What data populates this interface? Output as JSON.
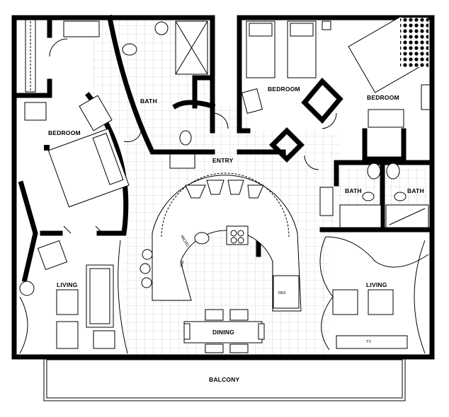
{
  "rooms": {
    "bedroom_left": "BEDROOM",
    "bath_top": "BATH",
    "entry": "ENTRY",
    "bedroom_mid": "BEDROOM",
    "bedroom_right": "BEDROOM",
    "bath_mid": "BATH",
    "bath_right": "BATH",
    "living_left": "LIVING",
    "living_right": "LIVING",
    "dining": "DINING",
    "balcony": "BALCONY"
  },
  "fixtures": {
    "micro": "MICRO",
    "dw": "DW",
    "ref": "REF",
    "tv": "TV"
  }
}
